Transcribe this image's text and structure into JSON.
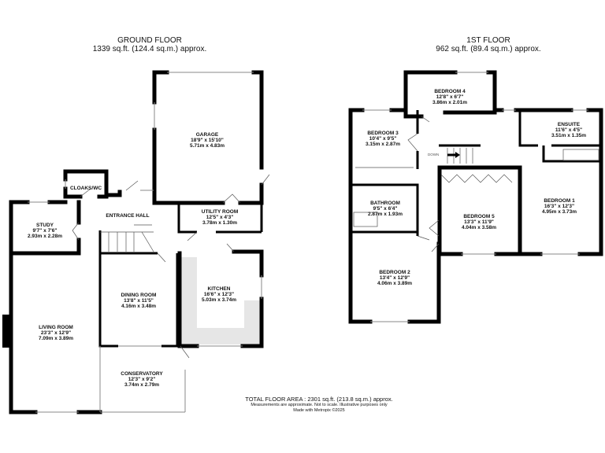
{
  "ground_floor": {
    "title": "GROUND FLOOR",
    "area": "1339 sq.ft. (124.4 sq.m.) approx.",
    "rooms": [
      {
        "name": "GARAGE",
        "imperial": "18'9\" x 15'10\"",
        "metric": "5.71m x 4.83m"
      },
      {
        "name": "CLOAKS/WC",
        "imperial": "",
        "metric": ""
      },
      {
        "name": "ENTRANCE HALL",
        "imperial": "",
        "metric": ""
      },
      {
        "name": "UTILITY ROOM",
        "imperial": "12'5\" x 4'3\"",
        "metric": "3.78m x 1.30m"
      },
      {
        "name": "STUDY",
        "imperial": "9'7\" x 7'6\"",
        "metric": "2.93m x 2.28m"
      },
      {
        "name": "KITCHEN",
        "imperial": "16'6\" x 12'3\"",
        "metric": "5.03m x 3.74m"
      },
      {
        "name": "DINING ROOM",
        "imperial": "13'8\" x 11'5\"",
        "metric": "4.16m x 3.48m"
      },
      {
        "name": "LIVING ROOM",
        "imperial": "23'3\" x 12'9\"",
        "metric": "7.09m x 3.89m"
      },
      {
        "name": "CONSERVATORY",
        "imperial": "12'3\" x 9'2\"",
        "metric": "3.74m x 2.79m"
      }
    ]
  },
  "first_floor": {
    "title": "1ST FLOOR",
    "area": "962 sq.ft. (89.4 sq.m.) approx.",
    "stairs_label": "DOWN",
    "rooms": [
      {
        "name": "BEDROOM 4",
        "imperial": "12'8\" x 6'7\"",
        "metric": "3.86m x 2.01m"
      },
      {
        "name": "BEDROOM 3",
        "imperial": "10'4\" x 9'5\"",
        "metric": "3.15m x 2.87m"
      },
      {
        "name": "ENSUITE",
        "imperial": "11'6\" x 4'5\"",
        "metric": "3.51m x 1.35m"
      },
      {
        "name": "BATHROOM",
        "imperial": "9'5\" x 6'4\"",
        "metric": "2.87m x 1.93m"
      },
      {
        "name": "BEDROOM 5",
        "imperial": "13'3\" x 11'9\"",
        "metric": "4.04m x 3.58m"
      },
      {
        "name": "BEDROOM 1",
        "imperial": "16'3\" x 12'3\"",
        "metric": "4.95m x 3.73m"
      },
      {
        "name": "BEDROOM 2",
        "imperial": "13'4\" x 12'9\"",
        "metric": "4.06m x 3.89m"
      }
    ]
  },
  "footer": {
    "total": "TOTAL FLOOR AREA : 2301 sq.ft. (213.8 sq.m.) approx.",
    "disclaimer": "Measurements are approximate.  Not to scale.  Illustrative purposes only",
    "credit": "Made with Metropix ©2025"
  },
  "colors": {
    "walls": "#000000",
    "kitchen_units": "#e6e6e6",
    "windows": "#888888"
  }
}
